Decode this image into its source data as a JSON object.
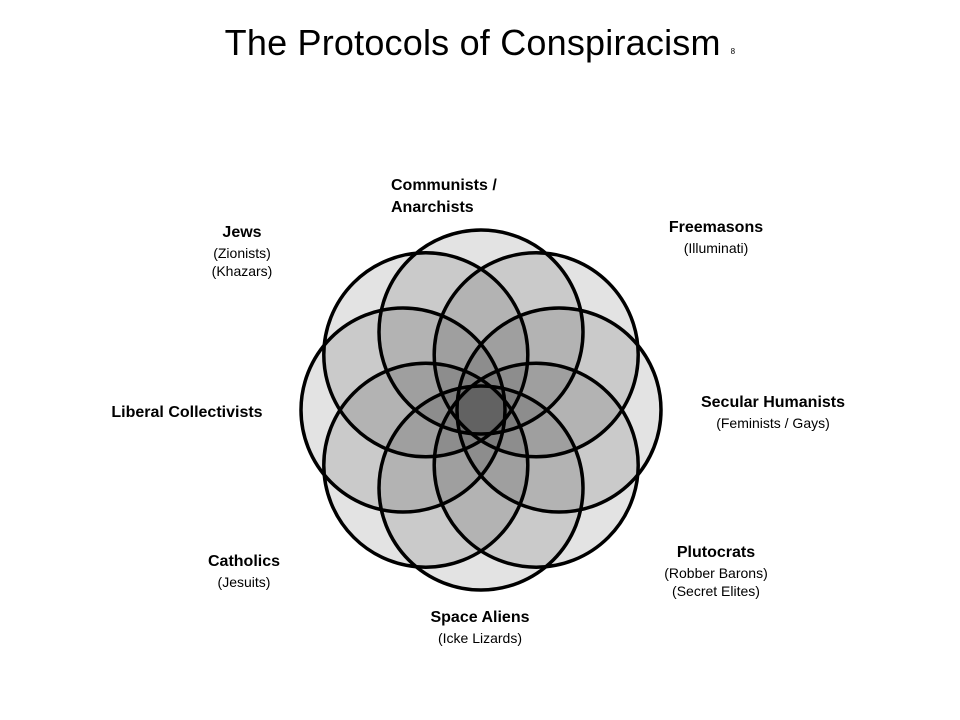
{
  "title": "The Protocols of Conspiracism",
  "footnote_marker": "8",
  "groups": [
    {
      "name": "Communists /",
      "name2": "Anarchists",
      "subs": []
    },
    {
      "name": "Freemasons",
      "subs": [
        "(Illuminati)"
      ]
    },
    {
      "name": "Secular Humanists",
      "subs": [
        "(Feminists / Gays)"
      ]
    },
    {
      "name": "Plutocrats",
      "subs": [
        "(Robber Barons)",
        "(Secret Elites)"
      ]
    },
    {
      "name": "Space Aliens",
      "subs": [
        "(Icke Lizards)"
      ]
    },
    {
      "name": "Catholics",
      "subs": [
        "(Jesuits)"
      ]
    },
    {
      "name": "Liberal Collectivists",
      "subs": []
    },
    {
      "name": "Jews",
      "subs": [
        "(Zionists)",
        "(Khazars)"
      ]
    }
  ],
  "colors": {
    "outline": "#000000",
    "fill": "#000000",
    "background": "#ffffff"
  }
}
